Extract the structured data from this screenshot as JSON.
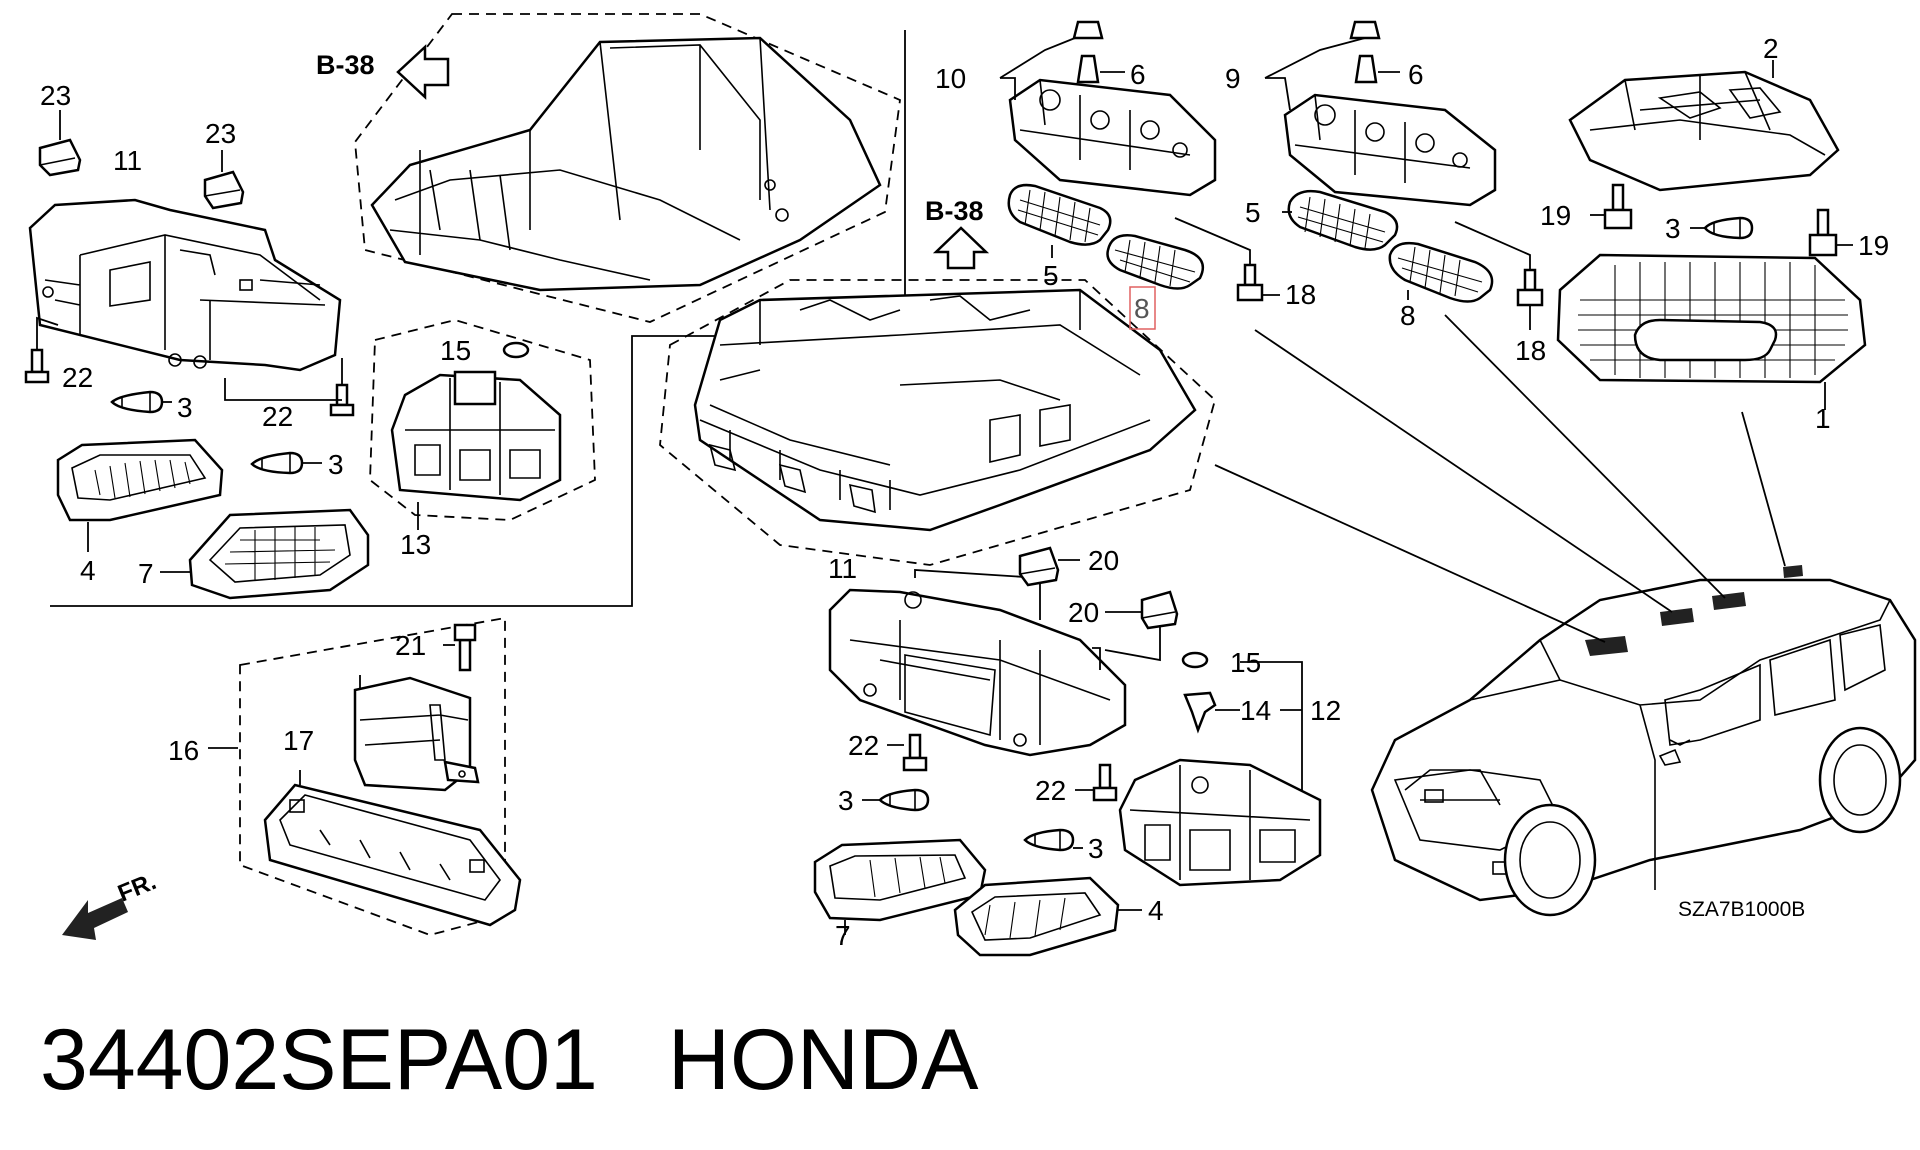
{
  "diagram": {
    "drawing_code": "SZA7B1000B",
    "front_marker": "FR.",
    "reference_labels": [
      "B-38",
      "B-38"
    ],
    "highlighted_callout": "8",
    "callouts": {
      "c23a": "23",
      "c23b": "23",
      "c11a": "11",
      "c22a": "22",
      "c22b": "22",
      "c3a": "3",
      "c3b": "3",
      "c4a": "4",
      "c7a": "7",
      "c15a": "15",
      "c13": "13",
      "c10": "10",
      "c6a": "6",
      "c9": "9",
      "c6b": "6",
      "c2": "2",
      "c5a": "5",
      "c8a": "8",
      "c18a": "18",
      "c5b": "5",
      "c8b": "8",
      "c18b": "18",
      "c19a": "19",
      "c3c": "3",
      "c19b": "19",
      "c1": "1",
      "c20a": "20",
      "c11b": "11",
      "c20b": "20",
      "c15b": "15",
      "c14": "14",
      "c12": "12",
      "c22c": "22",
      "c3d": "3",
      "c22d": "22",
      "c3e": "3",
      "c7b": "7",
      "c4b": "4",
      "c21": "21",
      "c16": "16",
      "c17": "17"
    }
  },
  "footer": {
    "part_number": "34402SEPA01",
    "brand": "HONDA"
  }
}
